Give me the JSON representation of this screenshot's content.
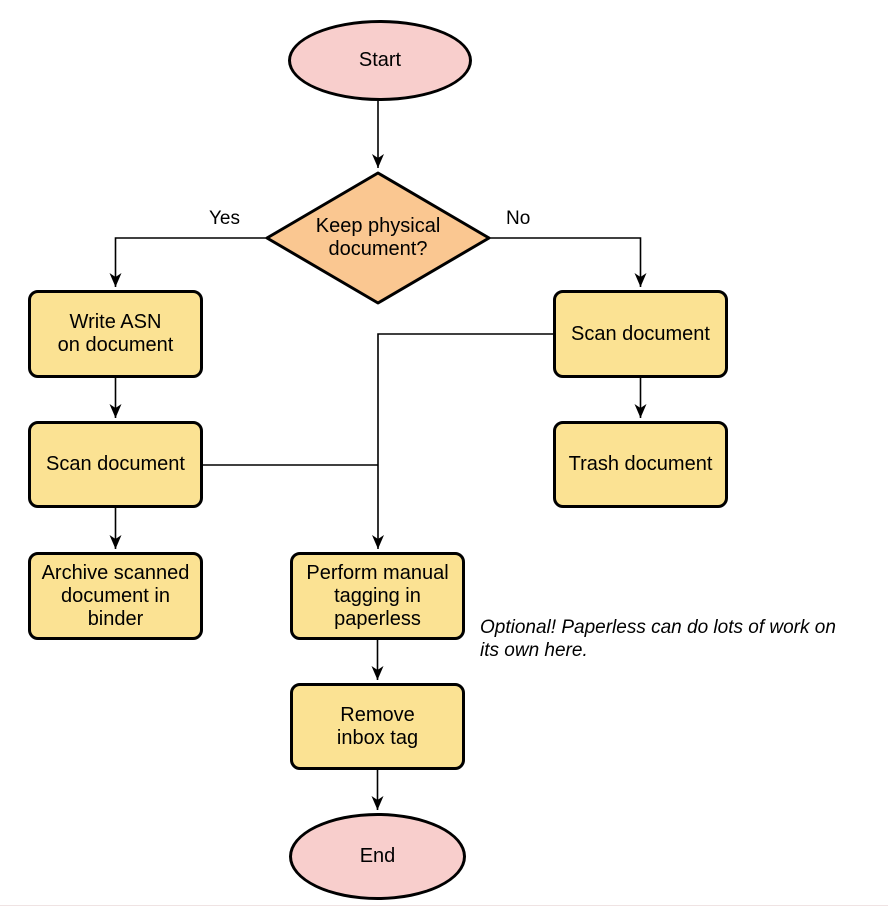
{
  "nodes": {
    "start": {
      "label": "Start",
      "type": "terminator"
    },
    "decision": {
      "label": "Keep physical\ndocument?",
      "type": "decision"
    },
    "write_asn": {
      "label": "Write ASN\non document",
      "type": "process"
    },
    "scan_left": {
      "label": "Scan document",
      "type": "process"
    },
    "archive": {
      "label": "Archive scanned\ndocument in\nbinder",
      "type": "process"
    },
    "scan_right": {
      "label": "Scan document",
      "type": "process"
    },
    "trash": {
      "label": "Trash document",
      "type": "process"
    },
    "tagging": {
      "label": "Perform manual\ntagging in\npaperless",
      "type": "process"
    },
    "remove_inbox": {
      "label": "Remove\ninbox tag",
      "type": "process"
    },
    "end": {
      "label": "End",
      "type": "terminator"
    }
  },
  "edge_labels": {
    "yes": "Yes",
    "no": "No"
  },
  "note": "Optional! Paperless can do lots of work on\nits own here.",
  "colors": {
    "terminator_fill": "#F8CECC",
    "decision_fill": "#FAC791",
    "process_fill": "#FBE293",
    "stroke": "#000000"
  }
}
